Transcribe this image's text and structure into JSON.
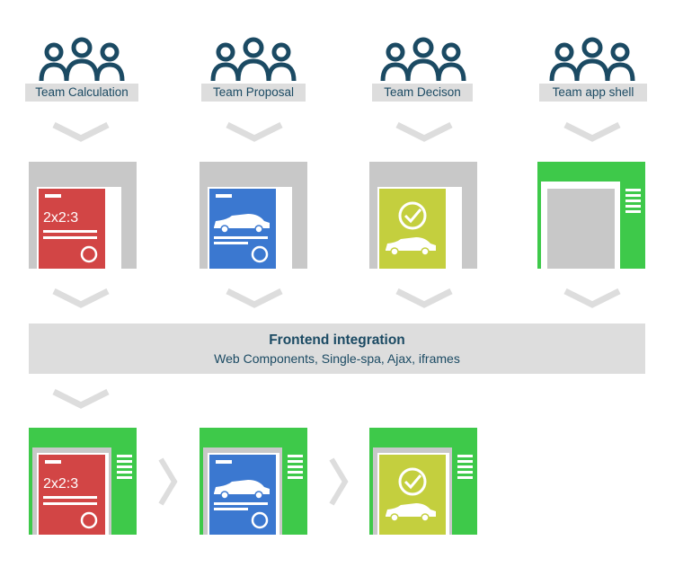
{
  "teams": [
    {
      "label": "Team Calculation"
    },
    {
      "label": "Team Proposal"
    },
    {
      "label": "Team Decison"
    },
    {
      "label": "Team app shell"
    }
  ],
  "integration": {
    "title": "Frontend integration",
    "subtitle": "Web Components, Single-spa, Ajax, iframes"
  },
  "fragments": {
    "calculation_text": "2x2:3"
  },
  "colors": {
    "team_icon": "#1b4a63",
    "label_bg": "#dddddd",
    "frame_gray": "#c8c8c8",
    "shell_green": "#3ec94a",
    "calculation_red": "#d24545",
    "proposal_blue": "#3b78d0",
    "decision_lime": "#c4cf3e",
    "chevron_gray": "#dddddd"
  }
}
